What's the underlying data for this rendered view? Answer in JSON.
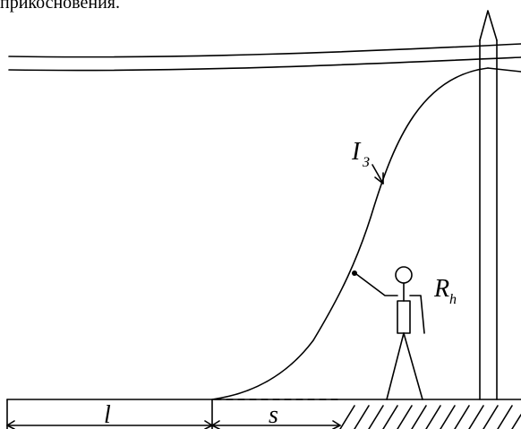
{
  "caption": "прикосновения.",
  "labels": {
    "current": "I",
    "current_sub": "З",
    "resistance": "R",
    "resistance_sub": "h",
    "distance_l": "l",
    "distance_s": "s"
  },
  "colors": {
    "line": "#000000",
    "background": "#ffffff"
  }
}
